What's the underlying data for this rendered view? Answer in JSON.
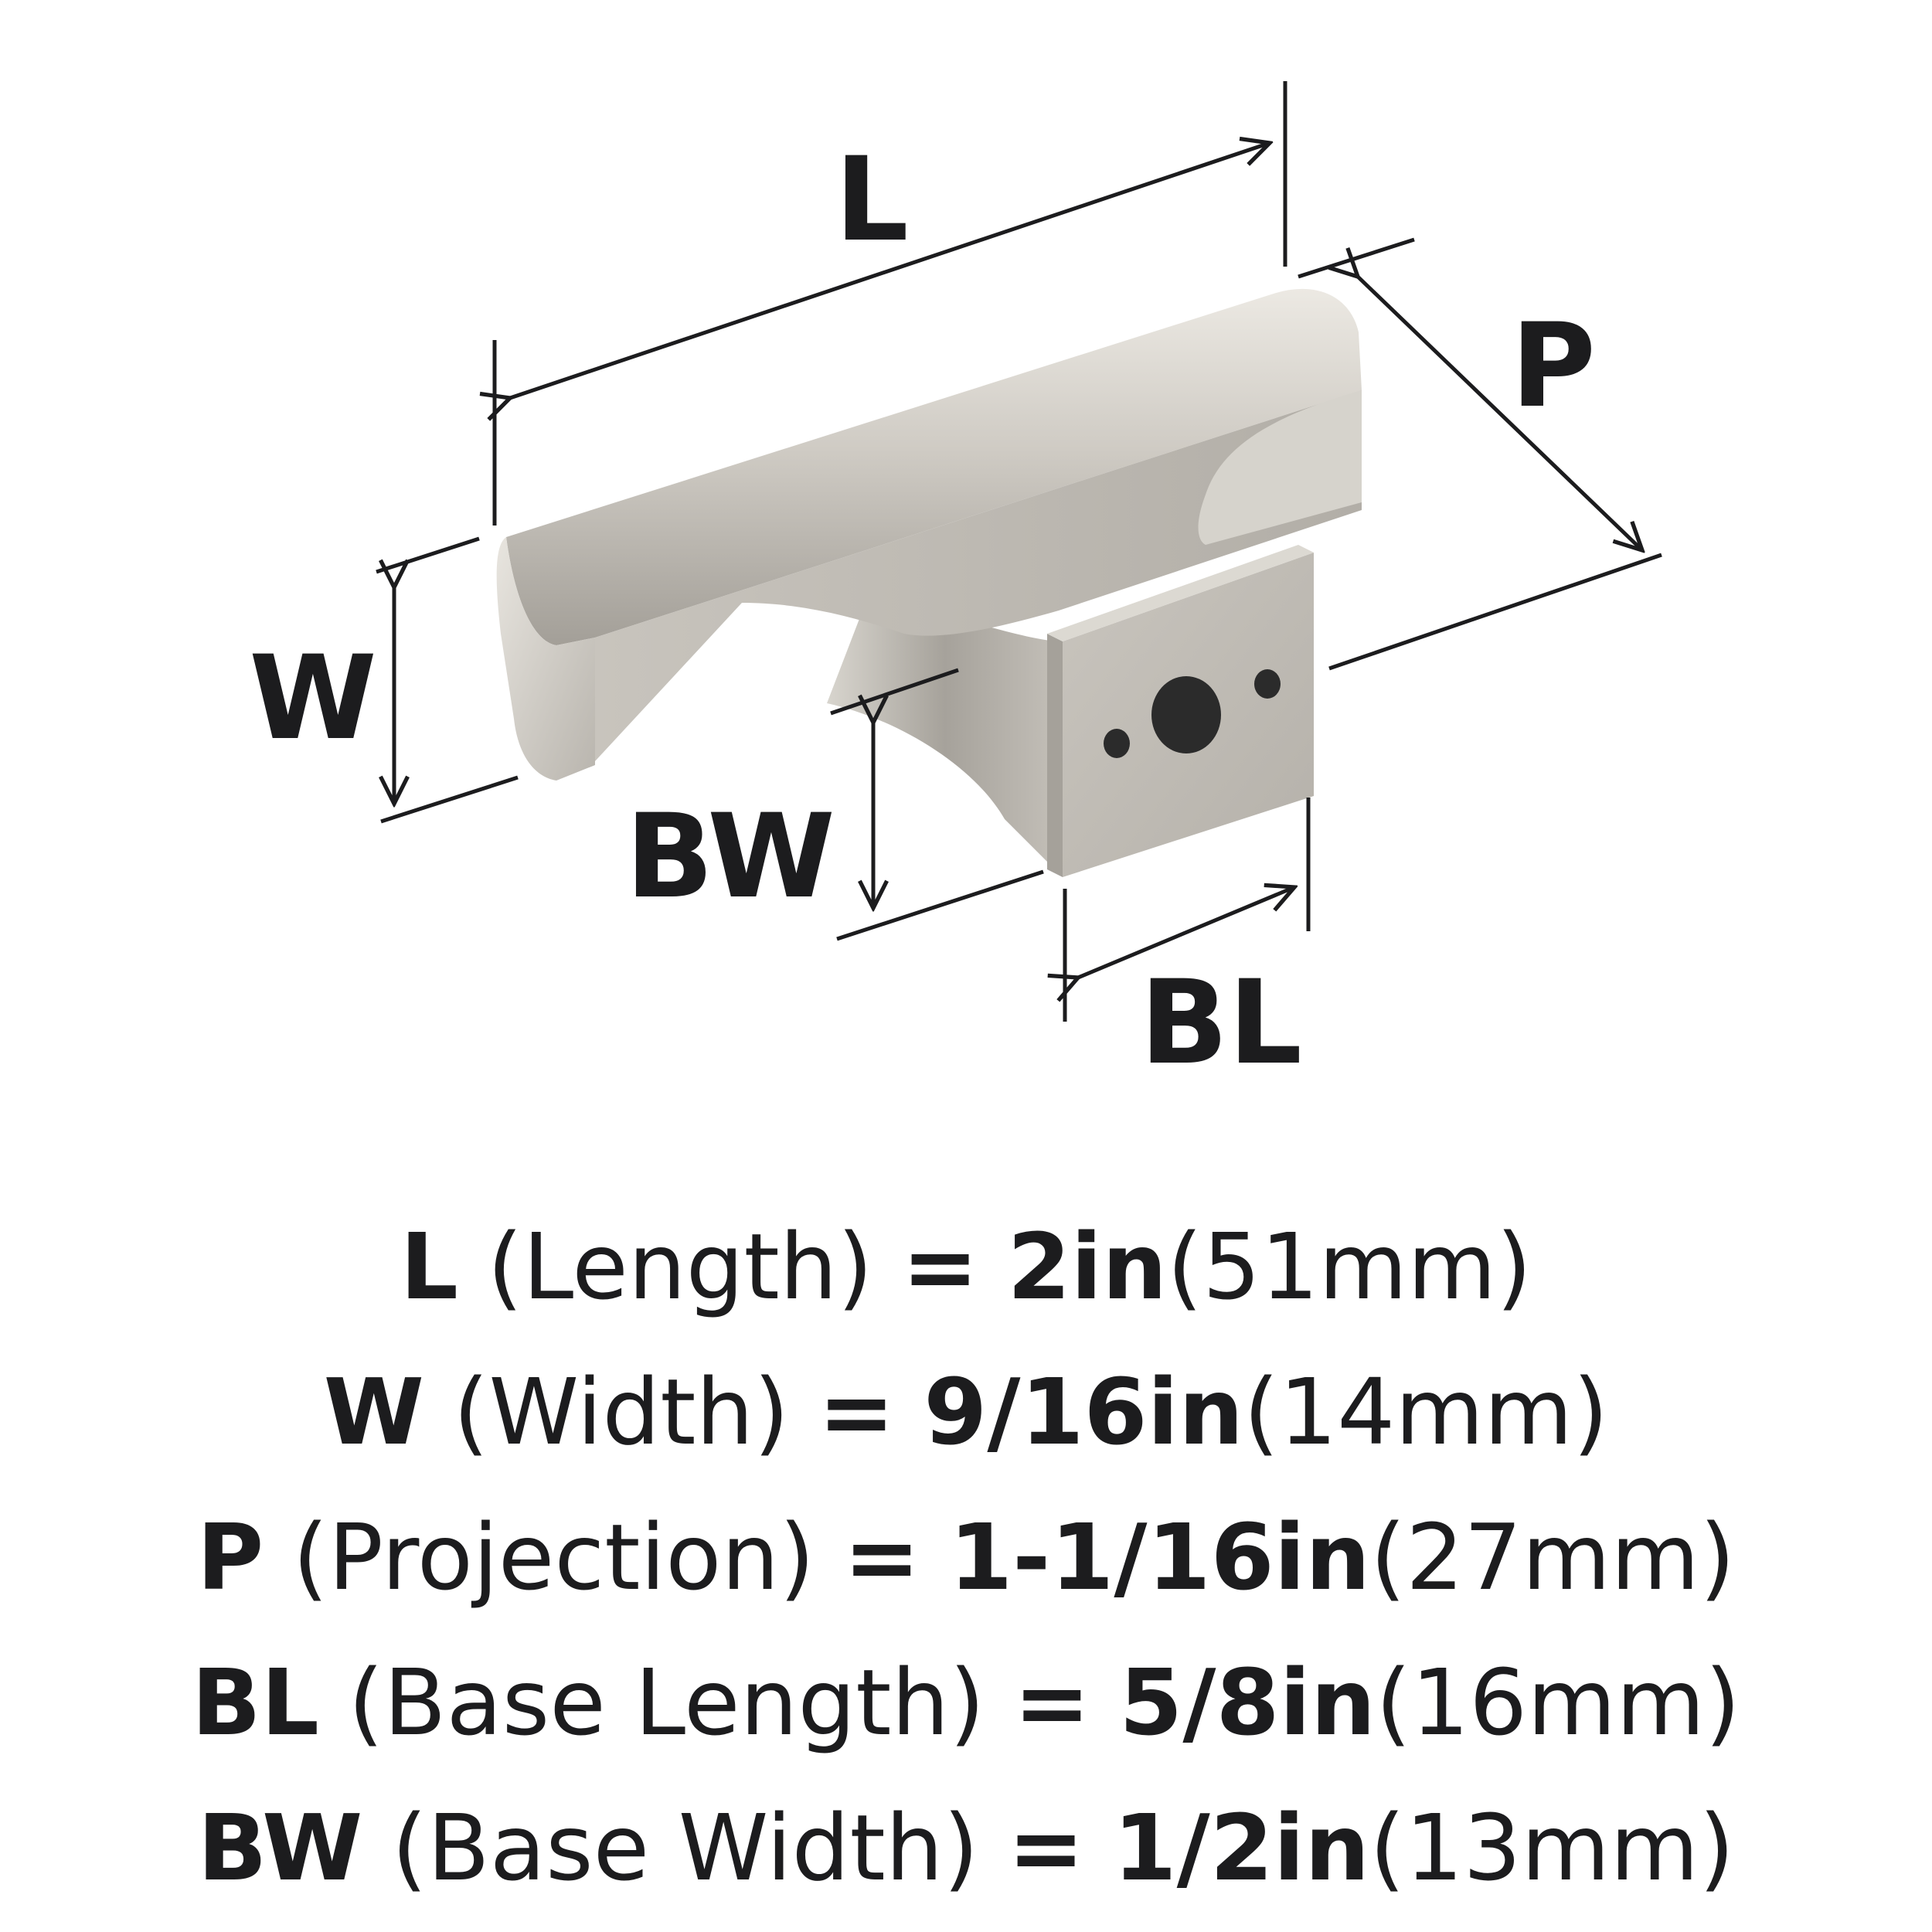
{
  "colors": {
    "ink": "#1c1c1e",
    "metal_light": "#e6e3dc",
    "metal_mid": "#bcb8b0",
    "metal_dark": "#8f8b84",
    "hole": "#2b2b2b"
  },
  "labels": {
    "length": "L",
    "projection": "P",
    "width": "W",
    "base_width": "BW",
    "base_length": "BL"
  },
  "specs": [
    {
      "code": "L",
      "desc": "(Length)",
      "eq": "=",
      "imperial": "2in",
      "metric": "(51mm)"
    },
    {
      "code": "W",
      "desc": "(Width)",
      "eq": "=",
      "imperial": "9/16in",
      "metric": "(14mm)"
    },
    {
      "code": "P",
      "desc": "(Projection)",
      "eq": "=",
      "imperial": "1-1/16in",
      "metric": "(27mm)"
    },
    {
      "code": "BL",
      "desc": "(Base Length)",
      "eq": "=",
      "imperial": "5/8in",
      "metric": "(16mm)"
    },
    {
      "code": "BW",
      "desc": "(Base Width)",
      "eq": "=",
      "imperial": "1/2in",
      "metric": "(13mm)"
    }
  ]
}
